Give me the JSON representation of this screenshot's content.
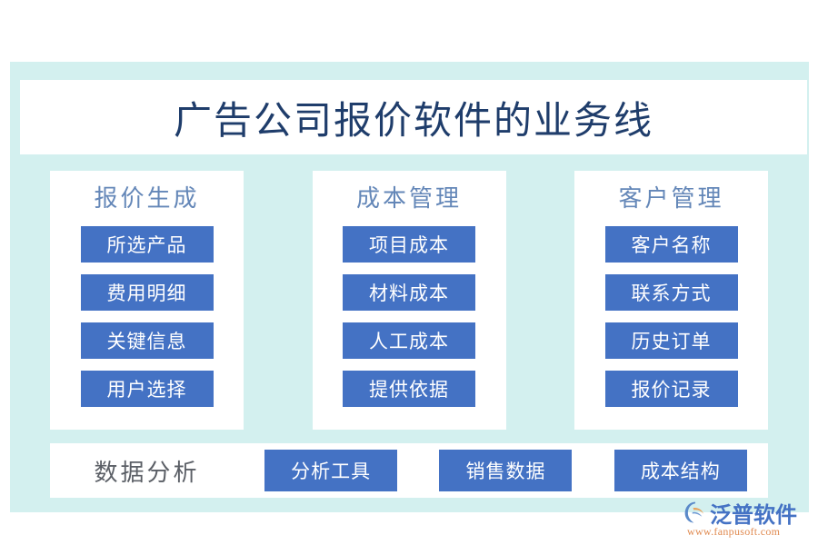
{
  "title": "广告公司报价软件的业务线",
  "colors": {
    "panel_bg": "#d3f0ef",
    "card_bg": "#ffffff",
    "chip_blue": "#4472c4",
    "title_navy": "#1f3d6b",
    "head_blue": "#6487b8"
  },
  "columns": [
    {
      "head": "报价生成",
      "chips": [
        "所选产品",
        "费用明细",
        "关键信息",
        "用户选择"
      ]
    },
    {
      "head": "成本管理",
      "chips": [
        "项目成本",
        "材料成本",
        "人工成本",
        "提供依据"
      ]
    },
    {
      "head": "客户管理",
      "chips": [
        "客户名称",
        "联系方式",
        "历史订单",
        "报价记录"
      ]
    }
  ],
  "bottom": {
    "label": "数据分析",
    "chips": [
      "分析工具",
      "销售数据",
      "成本结构"
    ]
  },
  "brand": {
    "name": "泛普软件",
    "url": "www.fanpusoft.com"
  }
}
